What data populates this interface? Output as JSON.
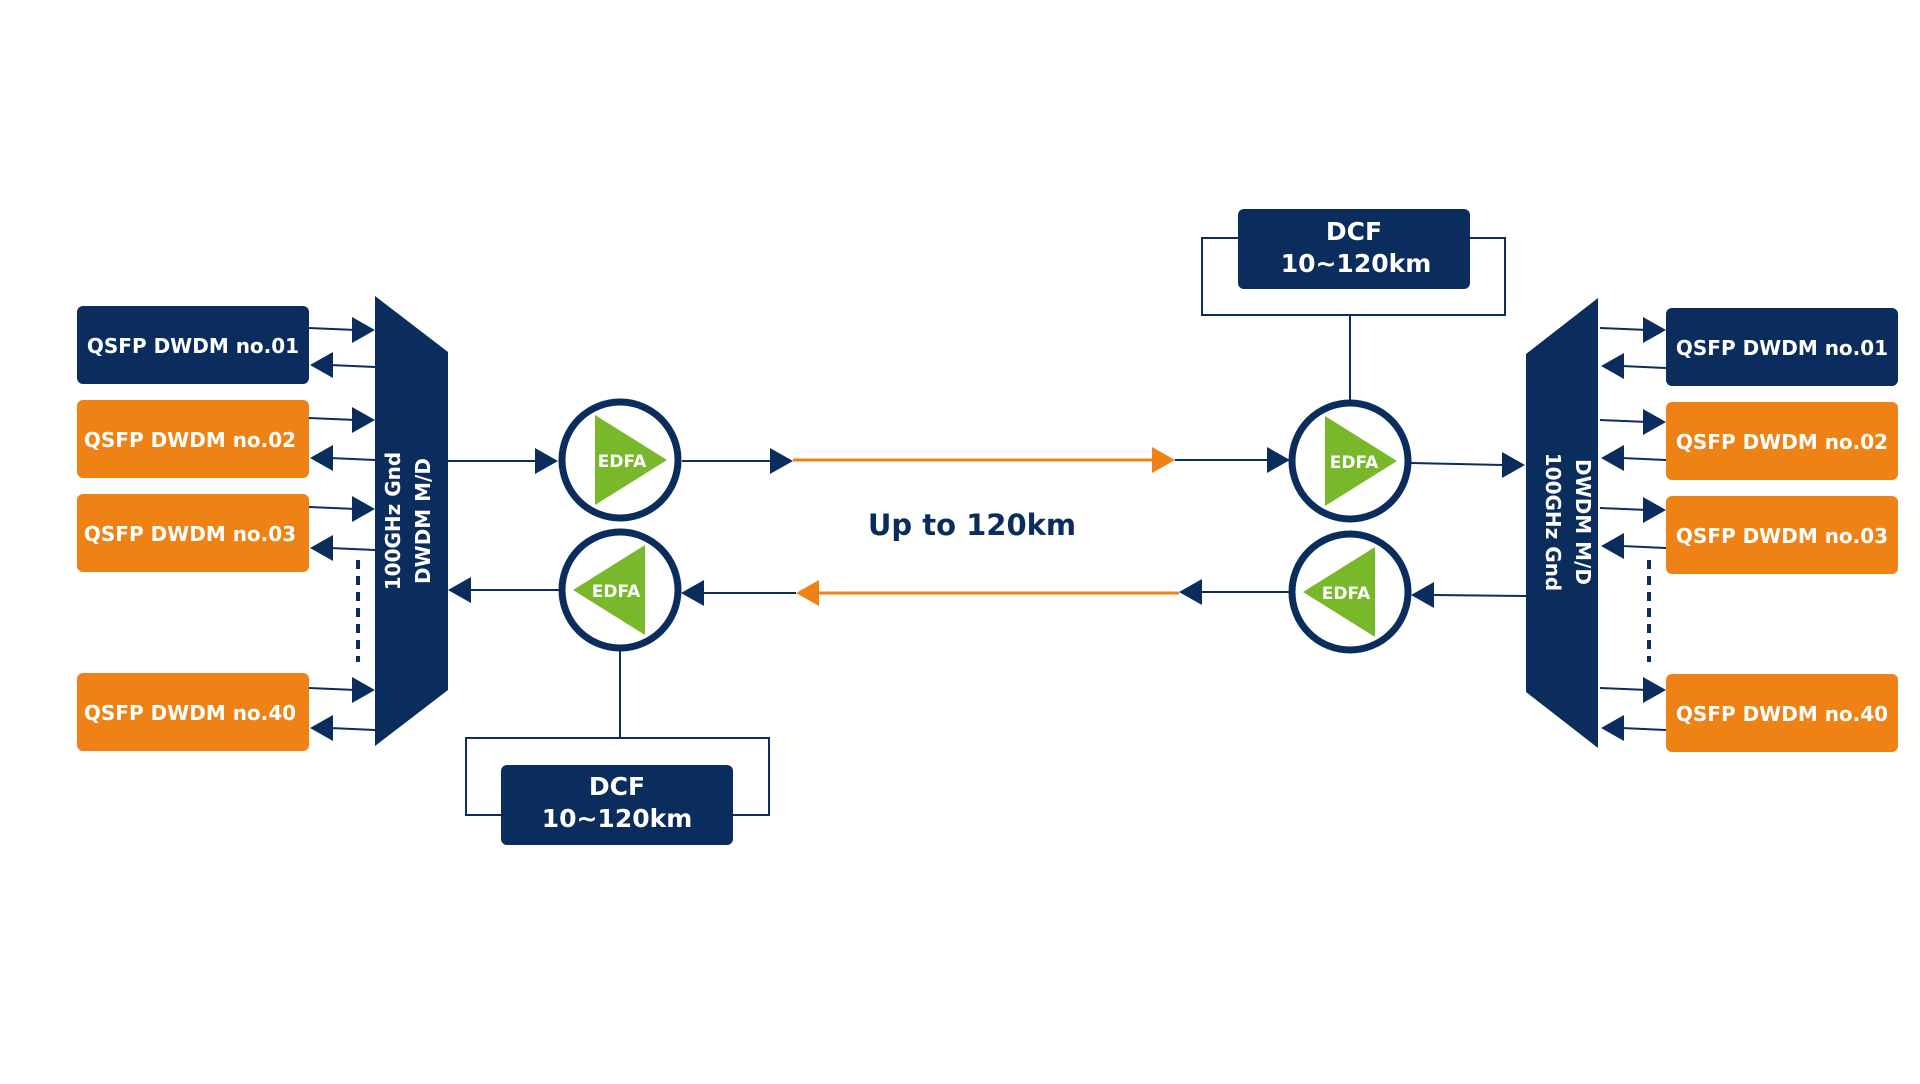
{
  "colors": {
    "navy": "#0b2d5e",
    "orange": "#ee8214",
    "green": "#78b82a",
    "white": "#ffffff"
  },
  "left_transceivers": [
    "QSFP DWDM no.01",
    "QSFP DWDM no.02",
    "QSFP DWDM no.03",
    "QSFP DWDM no.40"
  ],
  "right_transceivers": [
    "QSFP DWDM no.01",
    "QSFP DWDM no.02",
    "QSFP DWDM no.03",
    "QSFP DWDM no.40"
  ],
  "mux": {
    "line1": "100GHz Gnd",
    "line2": "DWDM M/D"
  },
  "amplifier_label": "EDFA",
  "dcf": {
    "line1": "DCF",
    "line2": "10~120km"
  },
  "distance_label": "Up to 120km"
}
